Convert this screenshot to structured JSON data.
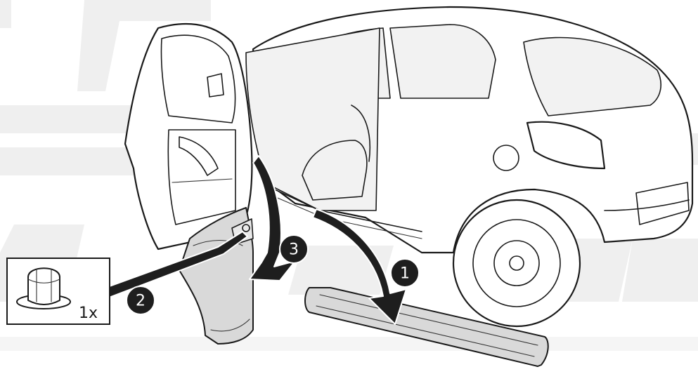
{
  "callouts": [
    {
      "id": "1",
      "label": "1"
    },
    {
      "id": "2",
      "label": "2"
    },
    {
      "id": "3",
      "label": "3"
    }
  ],
  "fastener": {
    "icon": "cap-nut-icon",
    "quantity": "1x"
  },
  "colors": {
    "badge": "#1e1e1e",
    "part_fill": "#d9d9d9",
    "watermark": "#efefef",
    "outline": "#1a1a1a"
  }
}
